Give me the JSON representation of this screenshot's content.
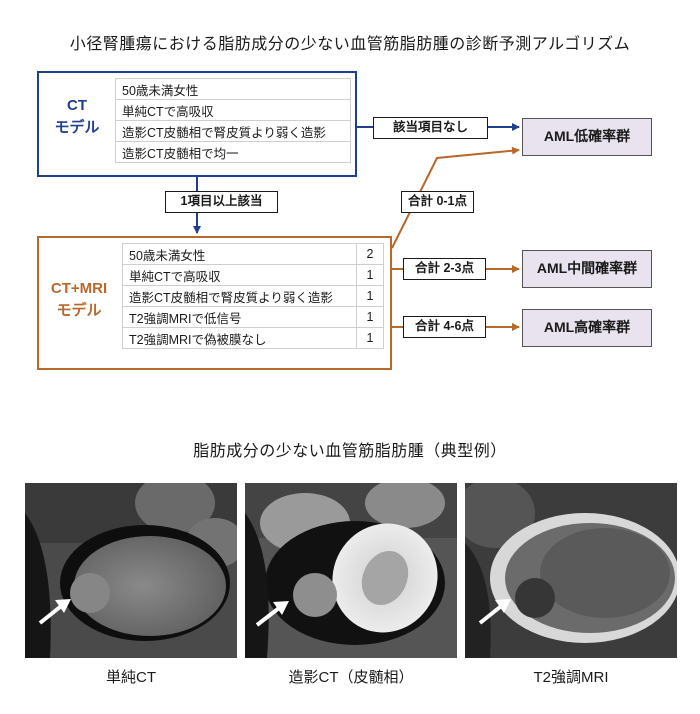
{
  "title": "小径腎腫瘍における脂肪成分の少ない血管筋脂肪腫の診断予測アルゴリズム",
  "ct_model": {
    "label_line1": "CT",
    "label_line2": "モデル",
    "criteria": [
      "50歳未満女性",
      "単純CTで高吸収",
      "造影CT皮髄相で腎皮質より弱く造影",
      "造影CT皮髄相で均一"
    ]
  },
  "ctmri_model": {
    "label_line1": "CT+MRI",
    "label_line2": "モデル",
    "criteria": [
      {
        "text": "50歳未満女性",
        "points": "2"
      },
      {
        "text": "単純CTで高吸収",
        "points": "1"
      },
      {
        "text": "造影CT皮髄相で腎皮質より弱く造影",
        "points": "1"
      },
      {
        "text": "T2強調MRIで低信号",
        "points": "1"
      },
      {
        "text": "T2強調MRIで偽被膜なし",
        "points": "1"
      }
    ]
  },
  "connectors": {
    "none": "該当項目なし",
    "one_or_more": "1項目以上該当",
    "total_01": "合計 0-1点",
    "total_23": "合計 2-3点",
    "total_46": "合計 4-6点"
  },
  "results": {
    "low": "AML低確率群",
    "mid": "AML中間確率群",
    "high": "AML高確率群"
  },
  "colors": {
    "ct_blue": "#1f3f8f",
    "mri_orange": "#b8682a",
    "result_fill": "#e9e3ef"
  },
  "examples": {
    "title": "脂肪成分の少ない血管筋脂肪腫（典型例）",
    "images": [
      {
        "label": "単純CT"
      },
      {
        "label": "造影CT（皮髄相）"
      },
      {
        "label": "T2強調MRI"
      }
    ]
  }
}
